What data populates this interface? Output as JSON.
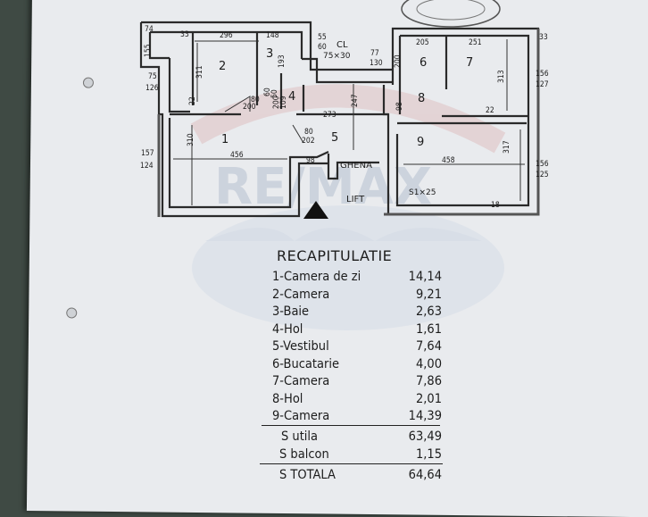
{
  "plan": {
    "rooms": [
      "1",
      "2",
      "3",
      "4",
      "5",
      "6",
      "7",
      "8",
      "9"
    ],
    "dimensions": [
      "74",
      "33",
      "296",
      "148",
      "55",
      "60",
      "155",
      "75",
      "126",
      "311",
      "22",
      "193",
      "80",
      "200",
      "60",
      "50",
      "200",
      "109",
      "310",
      "456",
      "157",
      "124",
      "80",
      "202",
      "273",
      "247",
      "98",
      "77",
      "130",
      "200",
      "205",
      "251",
      "33",
      "156",
      "127",
      "313",
      "22",
      "98",
      "458",
      "317",
      "156",
      "125",
      "18"
    ],
    "labels": {
      "cl": "CL",
      "cl_size": "75×30",
      "ghena": "GHENA",
      "lift": "LIFT",
      "s": "S1×25"
    },
    "watermark": "RE/MAX"
  },
  "recap": {
    "title": "RECAPITULATIE",
    "items": [
      {
        "label": "1-Camera de zi",
        "value": "14,14"
      },
      {
        "label": "2-Camera",
        "value": "9,21"
      },
      {
        "label": "3-Baie",
        "value": "2,63"
      },
      {
        "label": "4-Hol",
        "value": "1,61"
      },
      {
        "label": "5-Vestibul",
        "value": "7,64"
      },
      {
        "label": "6-Bucatarie",
        "value": "4,00"
      },
      {
        "label": "7-Camera",
        "value": "7,86"
      },
      {
        "label": "8-Hol",
        "value": "2,01"
      },
      {
        "label": "9-Camera",
        "value": "14,39"
      }
    ],
    "s_utila_label": "S utila",
    "s_utila_value": "63,49",
    "s_balcon_label": "S balcon",
    "s_balcon_value": "1,15",
    "s_totala_label": "S TOTALA",
    "s_totala_value": "64,64"
  }
}
